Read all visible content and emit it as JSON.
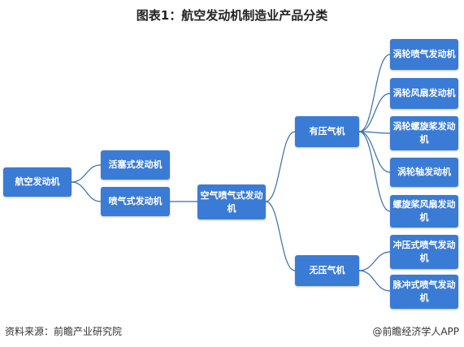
{
  "title": "图表1：航空发动机制造业产品分类",
  "nodes": {
    "root": "航空发动机",
    "piston": "活塞式发动机",
    "jet": "喷气式发动机",
    "air_breathing": "空气喷气式发动机",
    "with_compressor": "有压气机",
    "without_compressor": "无压气机",
    "turbojet": "涡轮喷气发动机",
    "turbofan": "涡轮风扇发动机",
    "turboprop": "涡轮螺旋桨发动机",
    "turboshaft": "涡轮轴发动机",
    "propfan": "螺旋桨风扇发动机",
    "ramjet": "冲压式喷气发动机",
    "pulsejet": "脉冲式喷气发动机"
  },
  "footer": {
    "source": "资料来源：前瞻产业研究院",
    "credit": "@前瞻经济学人APP"
  },
  "colors": {
    "node_fill": "#3a7bd5",
    "connector": "#3a6ea8"
  }
}
